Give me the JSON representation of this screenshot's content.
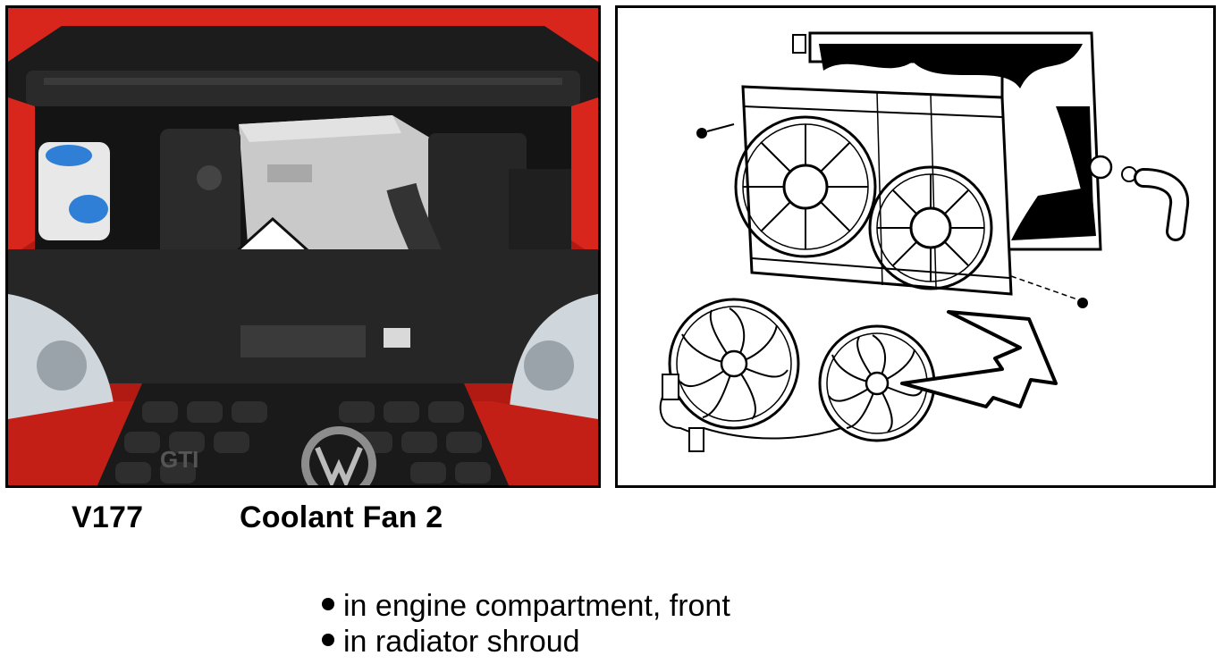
{
  "component": {
    "code": "V177",
    "name": "Coolant Fan 2"
  },
  "locations": [
    "in engine compartment, front",
    "in radiator shroud"
  ],
  "photo": {
    "badge_text": "GTI",
    "icons": [
      "engine-photo",
      "arrow-icon",
      "vw-logo-icon"
    ]
  },
  "diagram": {
    "icons": [
      "radiator",
      "fan-shroud",
      "fan-blade",
      "arrow-icon"
    ]
  },
  "colors": {
    "car_body": "#d8261c",
    "engine_cover": "#c9c9c9",
    "washer_cap": "#2f7fd6",
    "line": "#000000"
  }
}
